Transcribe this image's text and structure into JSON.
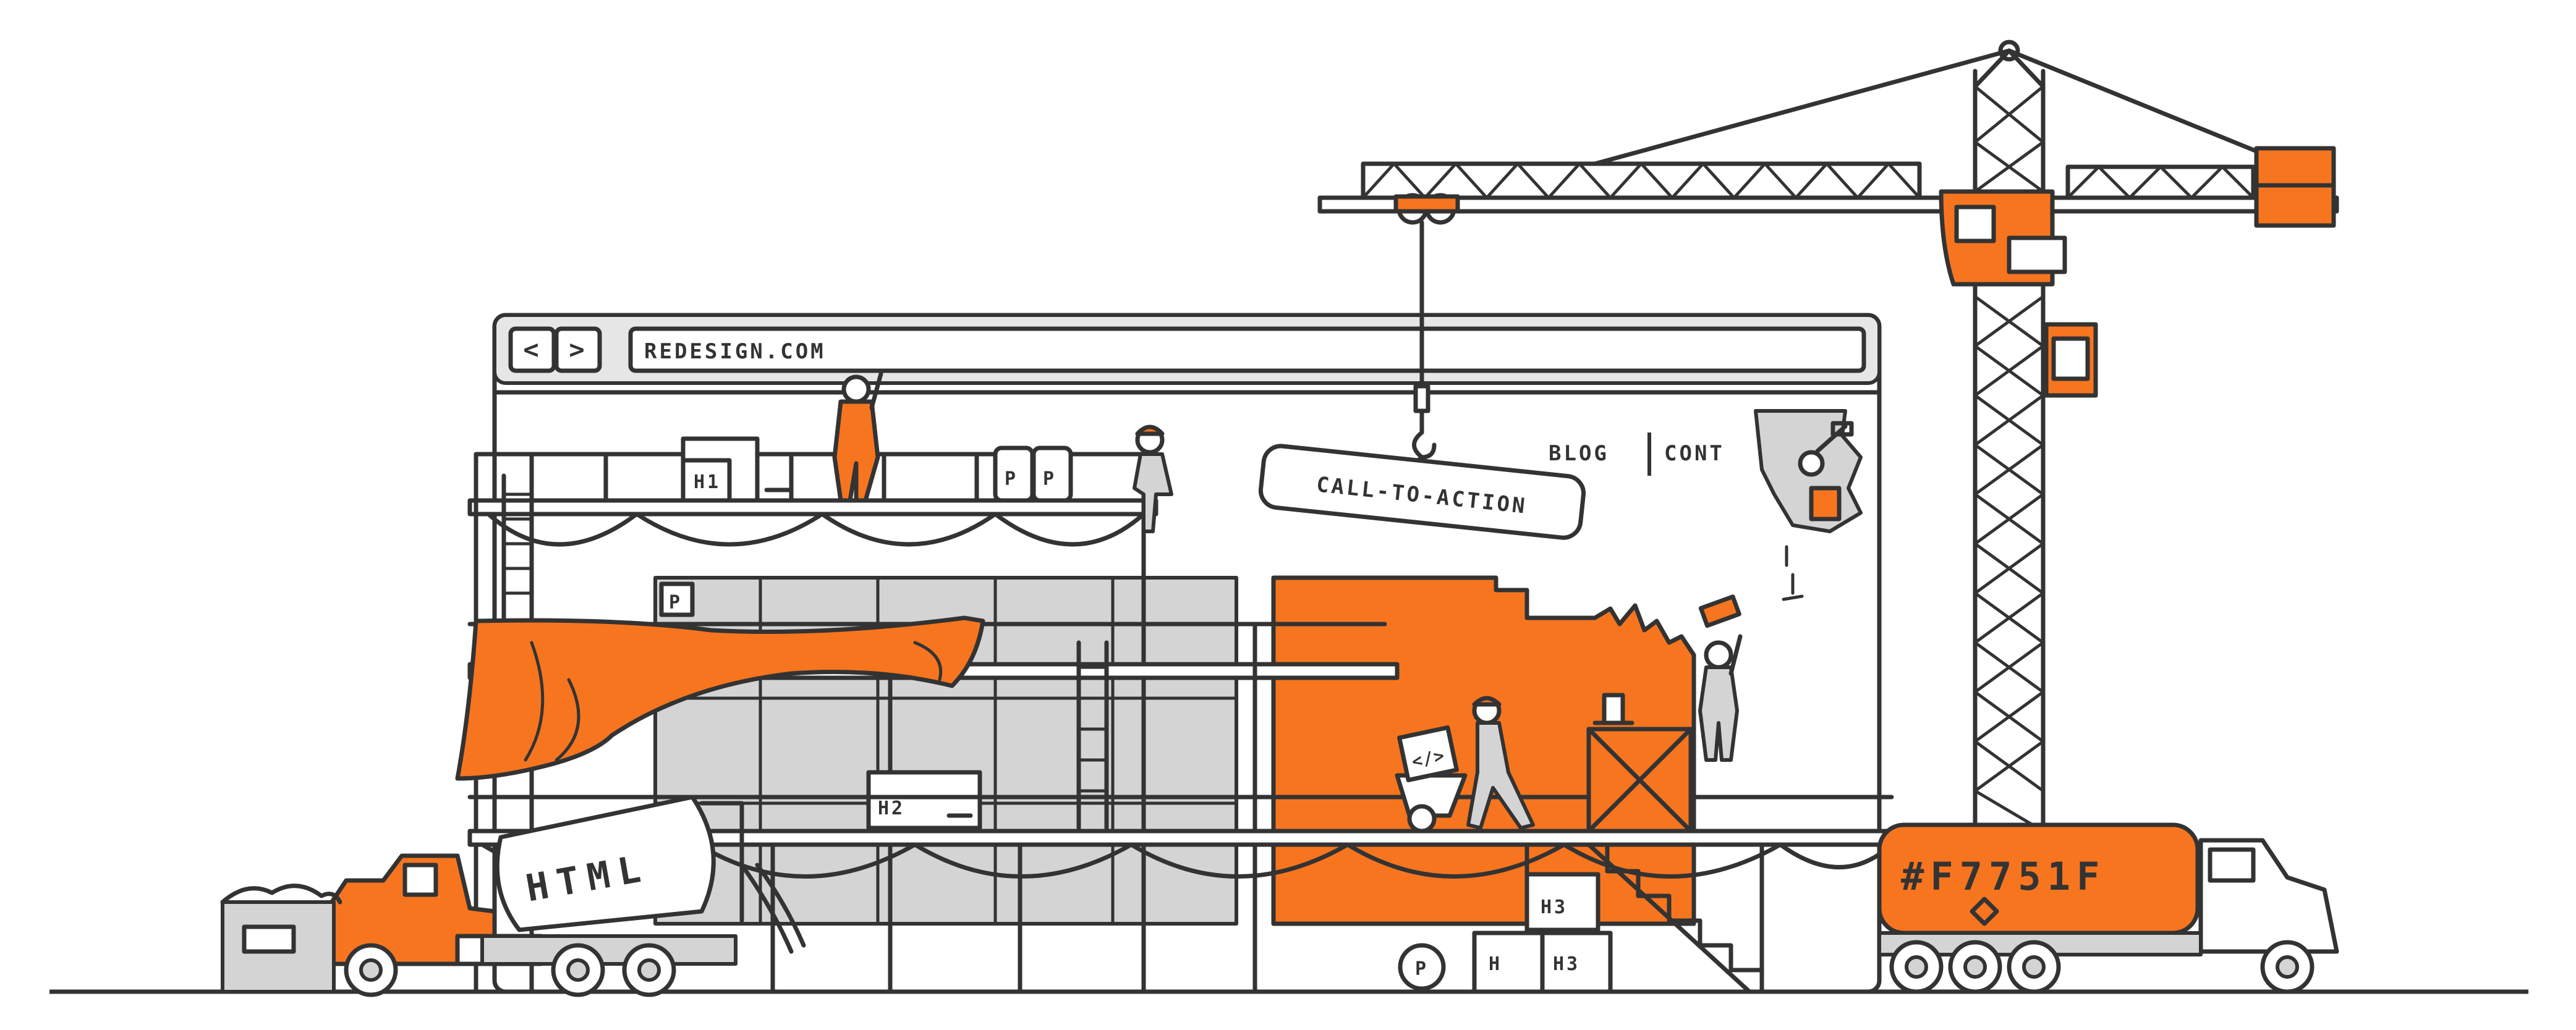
{
  "browser": {
    "url": "REDESIGN.COM",
    "back_label": "<",
    "forward_label": ">"
  },
  "nav": {
    "item1": "BLOG",
    "item2": "CONT"
  },
  "labels": {
    "h1": "H1",
    "h2": "H2",
    "h3": "H3",
    "h3_alt": "H3",
    "h_small": "H",
    "p1": "P",
    "p2": "P",
    "p3": "P",
    "p_round": "P",
    "cta": "CALL-TO-ACTION",
    "code": "</>"
  },
  "vehicles": {
    "mixer_text": "HTML",
    "tanker_text": "#F7751F"
  },
  "colors": {
    "accent": "#F7751F",
    "outline": "#333333",
    "panel": "#d4d4d4",
    "background": "#ffffff"
  }
}
